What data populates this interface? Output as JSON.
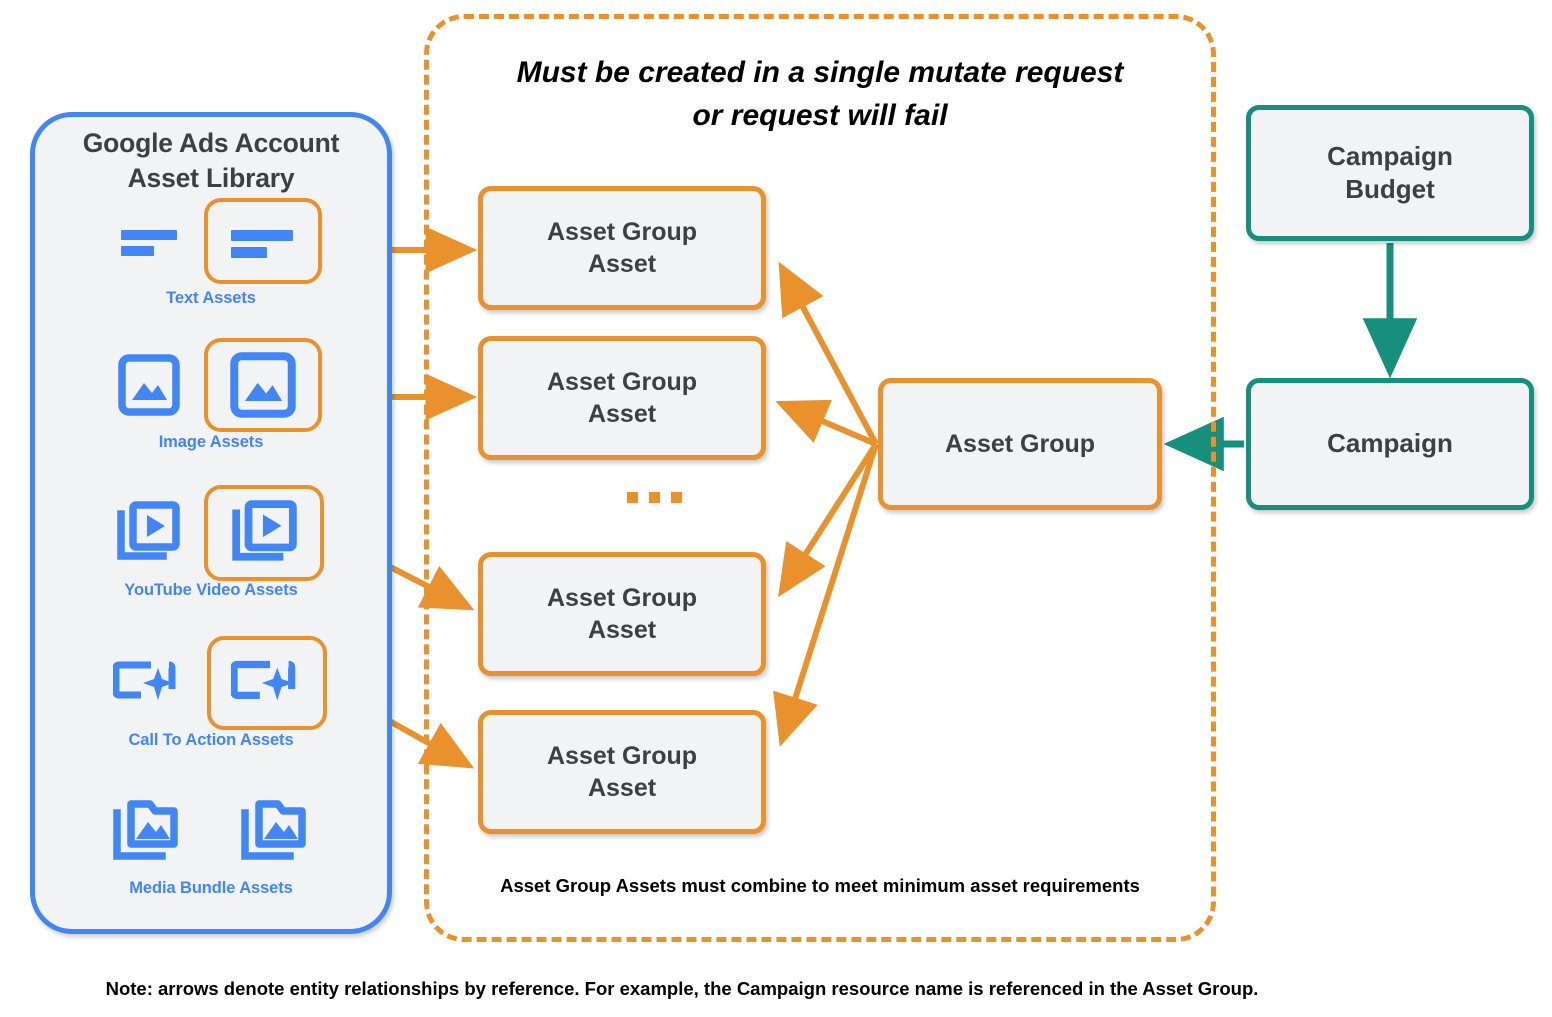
{
  "library": {
    "title_line1": "Google Ads Account",
    "title_line2": "Asset Library",
    "border_color": "#4285f4",
    "fill_color": "#f1f3f4",
    "assets": [
      {
        "caption": "Text Assets",
        "icon": "text-lines-icon",
        "highlighted": true
      },
      {
        "caption": "Image Assets",
        "icon": "image-icon",
        "highlighted": true
      },
      {
        "caption": "YouTube Video  Assets",
        "icon": "video-stack-icon",
        "highlighted": true
      },
      {
        "caption": "Call To Action Assets",
        "icon": "call-to-action-icon",
        "highlighted": true
      },
      {
        "caption": "Media Bundle  Assets",
        "icon": "media-bundle-folder-icon",
        "highlighted": false
      }
    ]
  },
  "mutate_region": {
    "title_line1": "Must be created in a single mutate request",
    "title_line2": "or request will fail",
    "footnote": "Asset Group Assets must combine to meet minimum asset requirements",
    "border_color": "#e8912d",
    "border_style": "dashed"
  },
  "nodes": {
    "asset_group_assets": [
      {
        "line1": "Asset Group",
        "line2": "Asset"
      },
      {
        "line1": "Asset Group",
        "line2": "Asset"
      },
      {
        "line1": "Asset Group",
        "line2": "Asset"
      },
      {
        "line1": "Asset Group",
        "line2": "Asset"
      }
    ],
    "asset_group": {
      "label": "Asset Group",
      "border_color": "#e8912d"
    },
    "campaign_budget": {
      "line1": "Campaign",
      "line2": "Budget",
      "border_color": "#178f7e"
    },
    "campaign": {
      "label": "Campaign",
      "border_color": "#178f7e"
    }
  },
  "ellipsis": {
    "symbol": "…",
    "dots": 3,
    "color": "#e8912d"
  },
  "footer": {
    "note": "Note: arrows denote entity relationships by reference. For example, the Campaign resource name is referenced in the Asset Group."
  },
  "colors": {
    "orange": "#e8912d",
    "blue": "#4285f4",
    "teal": "#178f7e",
    "node_fill": "#f1f3f4",
    "text_dark": "#3c4043",
    "text_black": "#000000"
  }
}
